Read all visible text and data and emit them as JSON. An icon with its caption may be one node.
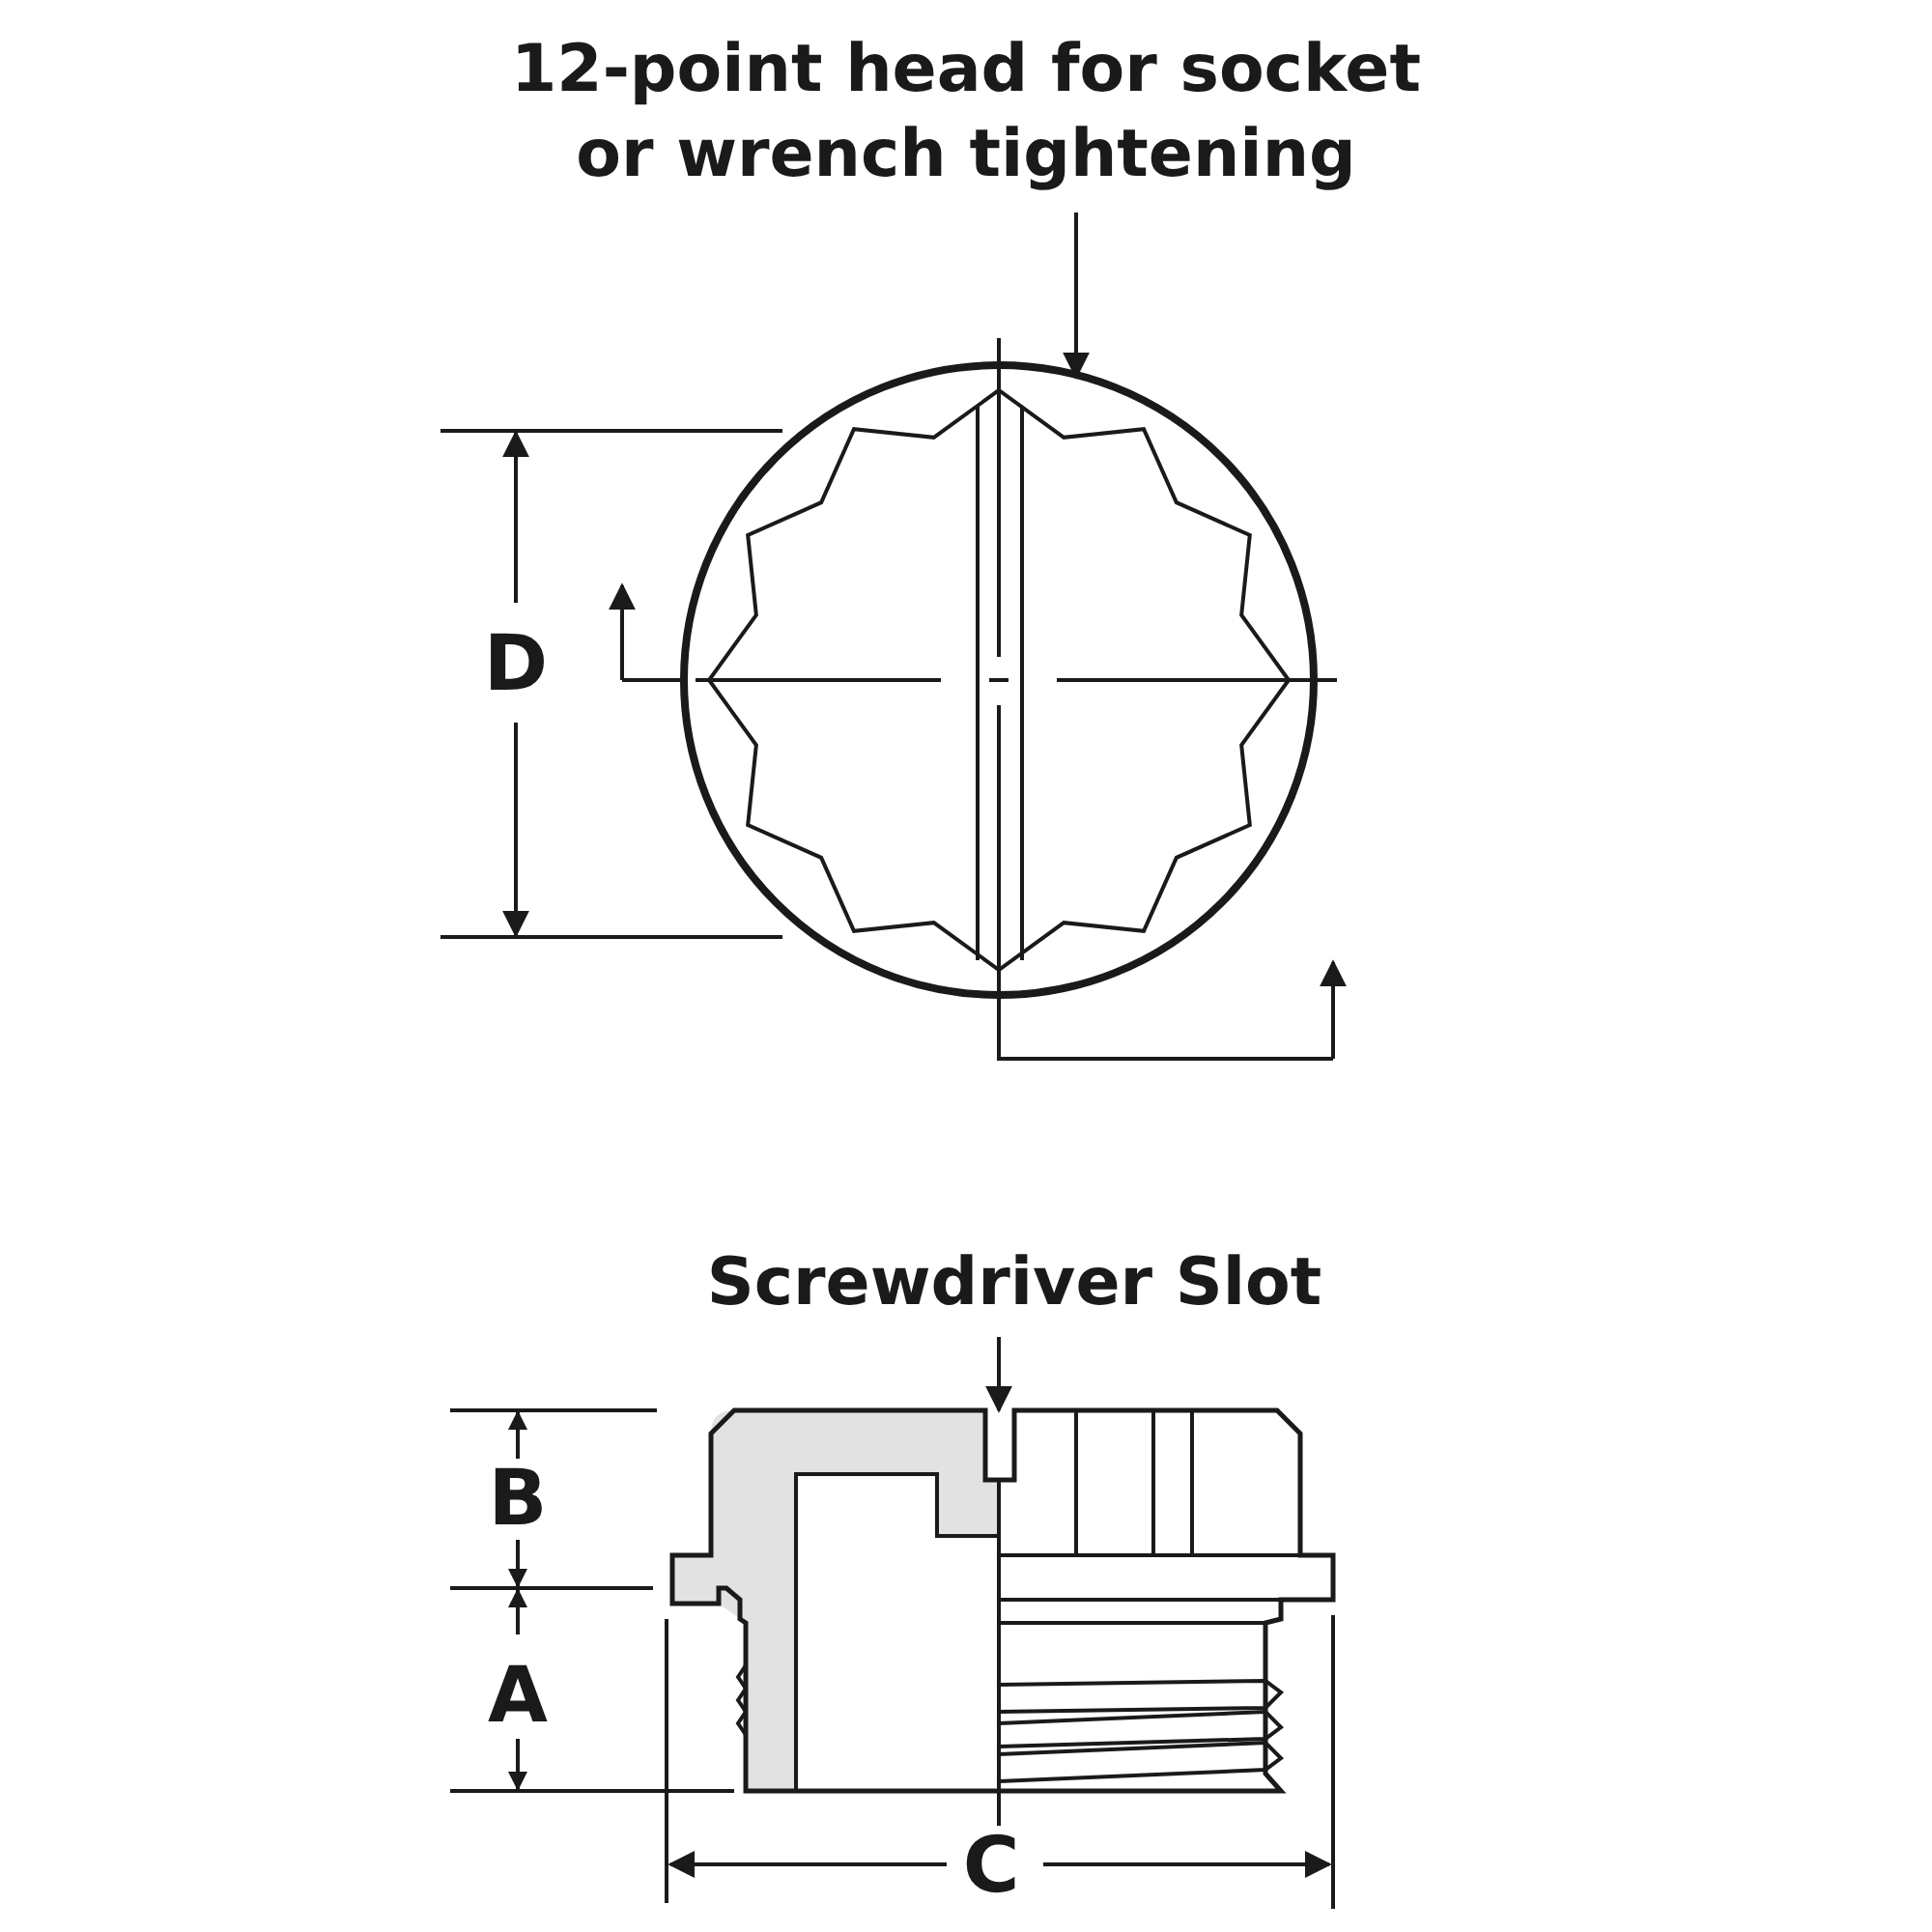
{
  "diagram": {
    "nodes": [
      {
        "text": [
          "12-point head for socket or wrench tightening"
        ]
      },
      {
        "text": [],
        "shape": "picture"
      },
      {
        "text": [
          "Screwdriver Slot"
        ]
      },
      {
        "text": [],
        "shape": "picture"
      }
    ],
    "edges": [
      {
        "from": 0,
        "to": 1,
        "arrow": "to"
      },
      {
        "from": 2,
        "to": 3,
        "arrow": "to"
      }
    ],
    "labels": [
      "D",
      "B",
      "A",
      "C"
    ]
  }
}
